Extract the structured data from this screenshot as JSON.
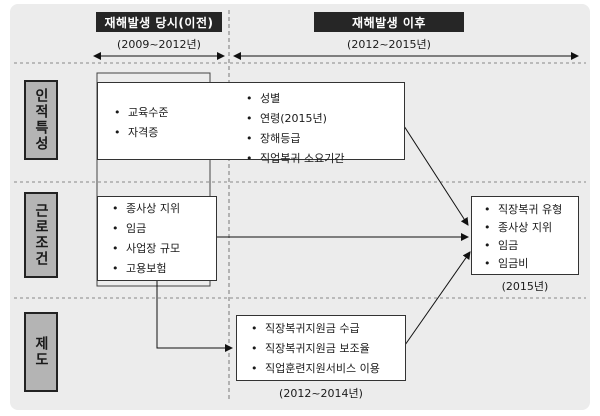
{
  "header": {
    "before": {
      "title": "재해발생 당시(이전)",
      "period": "(2009~2012년)"
    },
    "after": {
      "title": "재해발생 이후",
      "period": "(2012~2015년)"
    }
  },
  "rows": {
    "personal": "인적특성",
    "working": "근로조건",
    "system": "제도"
  },
  "boxes": {
    "personal_before": [
      "교육수준",
      "자격증"
    ],
    "personal_after": [
      "성별",
      "연령(2015년)",
      "장해등급",
      "직업복귀 소요기간"
    ],
    "working_before": [
      "종사상 지위",
      "임금",
      "사업장 규모",
      "고용보험"
    ],
    "system_after": [
      "직장복귀지원금 수급",
      "직장복귀지원금 보조율",
      "직업훈련지원서비스 이용"
    ],
    "outcome": [
      "직장복귀 유형",
      "종사상 지위",
      "임금",
      "임금비"
    ]
  },
  "labels": {
    "outcome_year": "(2015년)",
    "system_period": "(2012~2014년)"
  }
}
